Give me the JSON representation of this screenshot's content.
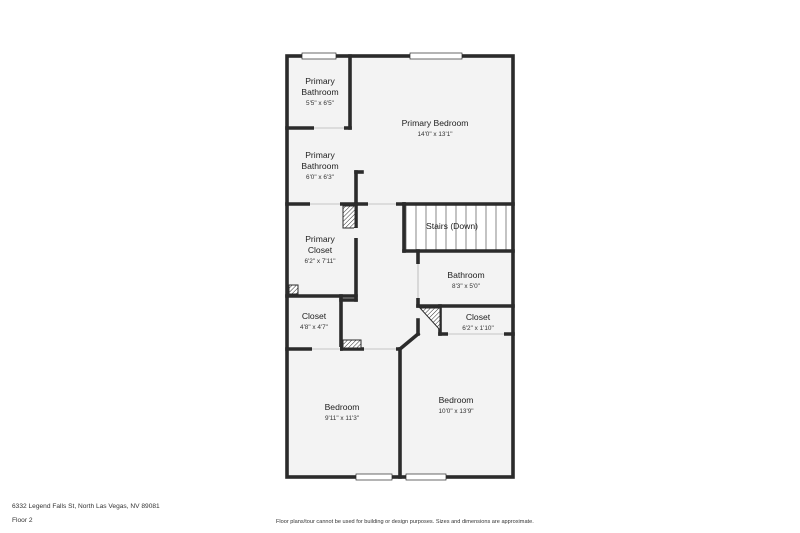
{
  "rooms": [
    {
      "id": "primary-bathroom-1",
      "name_lines": [
        "Primary",
        "Bathroom"
      ],
      "dims": "5'5\" x 6'5\""
    },
    {
      "id": "primary-bedroom",
      "name_lines": [
        "Primary Bedroom"
      ],
      "dims": "14'0\" x 13'1\""
    },
    {
      "id": "primary-bathroom-2",
      "name_lines": [
        "Primary",
        "Bathroom"
      ],
      "dims": "6'0\" x 6'3\""
    },
    {
      "id": "stairs",
      "name_lines": [
        "Stairs (Down)"
      ],
      "dims": ""
    },
    {
      "id": "primary-closet",
      "name_lines": [
        "Primary",
        "Closet"
      ],
      "dims": "6'2\" x 7'11\""
    },
    {
      "id": "bathroom",
      "name_lines": [
        "Bathroom"
      ],
      "dims": "8'3\" x 5'0\""
    },
    {
      "id": "closet-left",
      "name_lines": [
        "Closet"
      ],
      "dims": "4'8\" x 4'7\""
    },
    {
      "id": "closet-right",
      "name_lines": [
        "Closet"
      ],
      "dims": "6'2\" x 1'10\""
    },
    {
      "id": "bedroom-left",
      "name_lines": [
        "Bedroom"
      ],
      "dims": "9'11\" x 11'3\""
    },
    {
      "id": "bedroom-right",
      "name_lines": [
        "Bedroom"
      ],
      "dims": "10'0\" x 13'9\""
    }
  ],
  "footer": {
    "address": "6332 Legend Falls St, North Las Vegas, NV 89081",
    "floor": "Floor 2",
    "disclaimer": "Floor plans/tour cannot be used for building or design purposes. Sizes and dimensions are approximate."
  },
  "colors": {
    "wall": "#2b2b2b",
    "floor": "#f3f3f3",
    "window": "#ffffff"
  }
}
